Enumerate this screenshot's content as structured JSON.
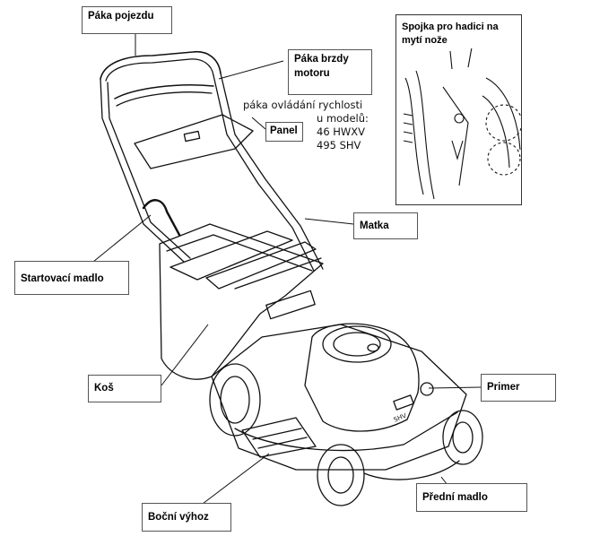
{
  "labels": {
    "paka_pojezdu": "Páka pojezdu",
    "paka_brzdy_motoru": "Páka brzdy motoru",
    "panel": "Panel",
    "matka": "Matka",
    "startovaci_madlo": "Startovací madlo",
    "kos": "Koš",
    "primer": "Primer",
    "predni_madlo": "Přední madlo",
    "bocni_vyhoz": "Boční výhoz",
    "spojka": "Spojka pro hadici na mytí nože"
  },
  "speed_lever_note": {
    "line1": "páka ovládání rychlosti",
    "line2": "u modelů:",
    "line3": "46 HWXV",
    "line4": "495 SHV"
  },
  "engine_badge": "SHV"
}
